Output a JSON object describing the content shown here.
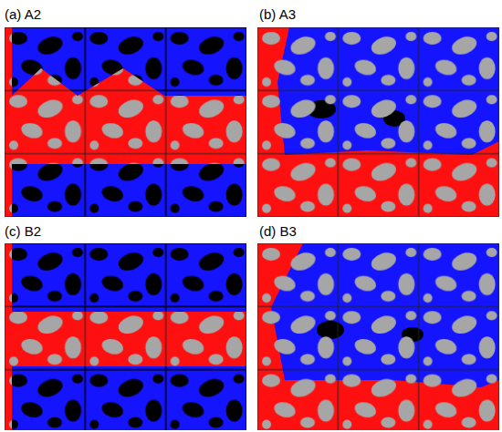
{
  "diagram": {
    "labels": [
      "(a) A2",
      "(b) A3",
      "(c) B2",
      "(d) B3"
    ]
  }
}
